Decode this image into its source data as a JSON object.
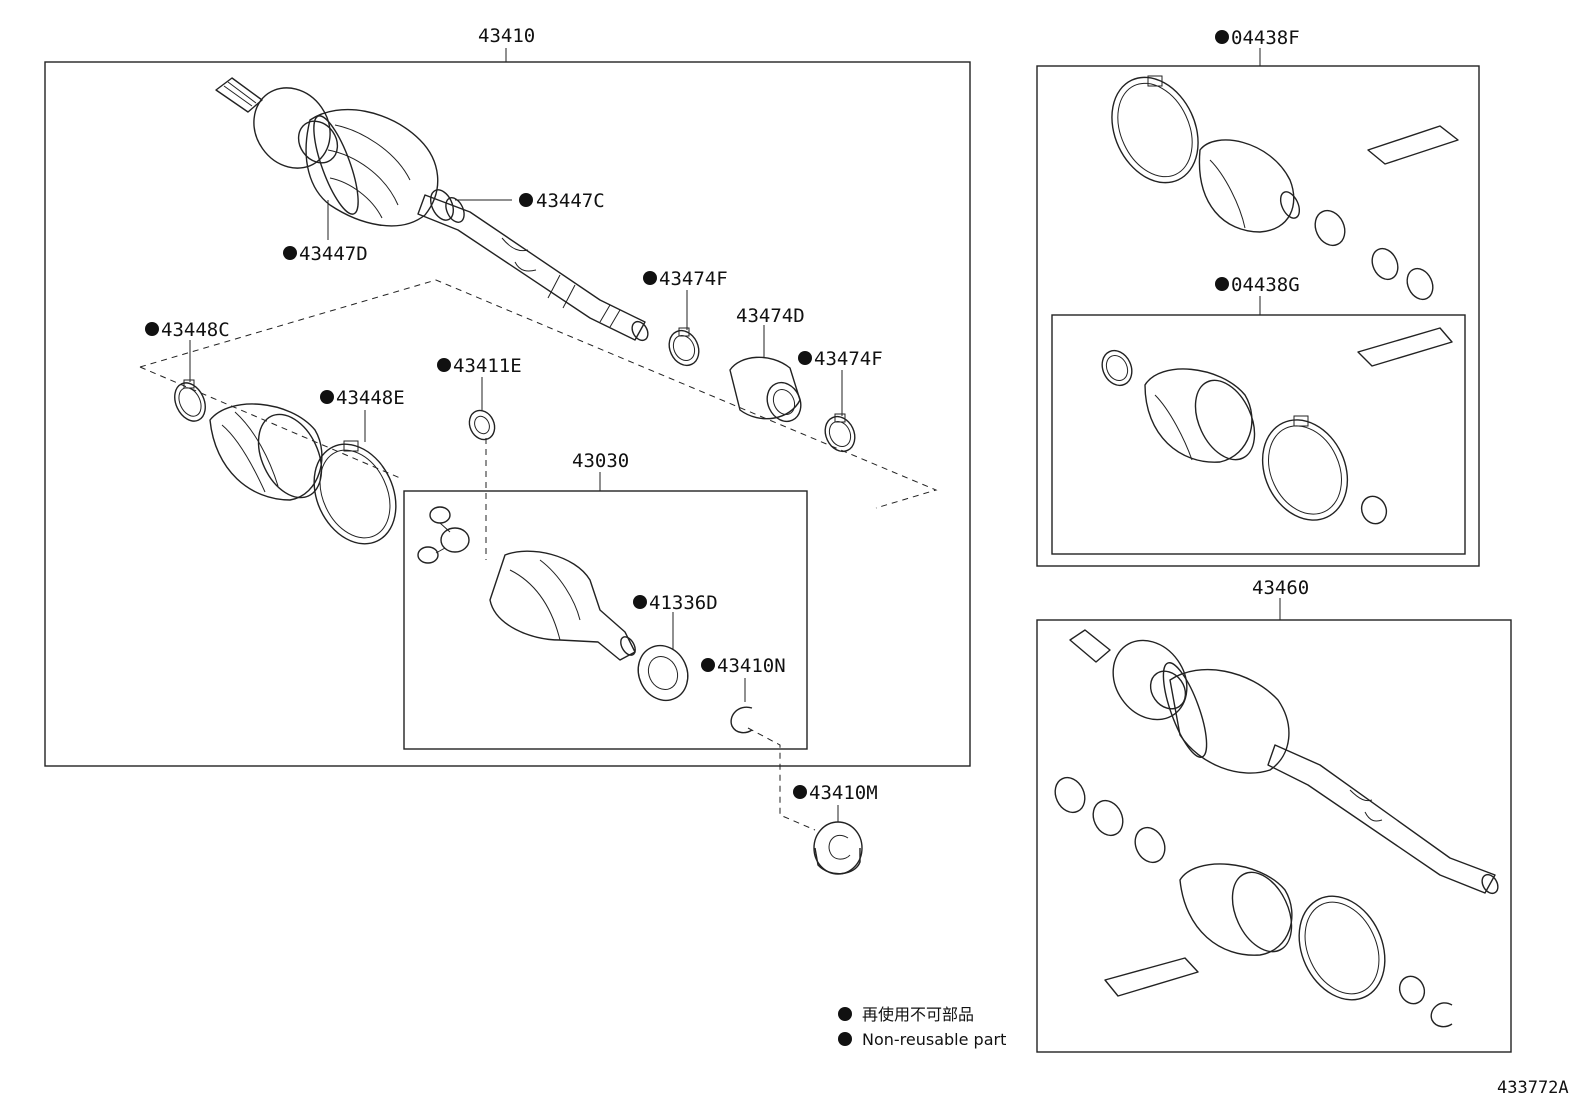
{
  "labels": {
    "p43410": "43410",
    "p43447C": "43447C",
    "p43447D": "43447D",
    "p43474F_a": "43474F",
    "p43474D": "43474D",
    "p43474F_b": "43474F",
    "p43448C": "43448C",
    "p43411E": "43411E",
    "p43448E": "43448E",
    "p43030": "43030",
    "p41336D": "41336D",
    "p43410N": "43410N",
    "p43410M": "43410M",
    "p04438F": "04438F",
    "p04438G": "04438G",
    "p43460": "43460"
  },
  "legend": {
    "line1": "再使用不可部品",
    "line2": "Non-reusable part"
  },
  "illustration_code": "433772A",
  "colors": {
    "line": "#222222",
    "background": "#ffffff"
  }
}
